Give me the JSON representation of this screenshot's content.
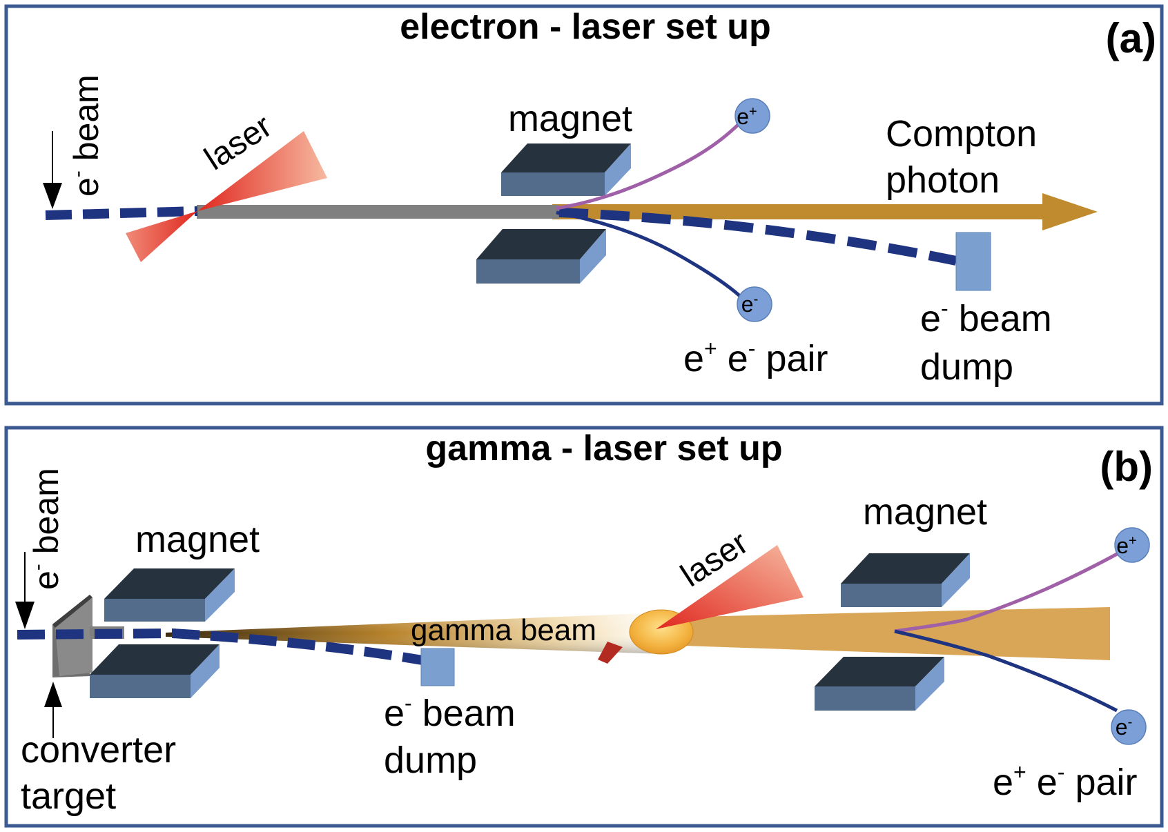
{
  "panel_a": {
    "title": "electron - laser set up",
    "tag": "(a)",
    "beam_label_main": "e",
    "beam_label_sup": "-",
    "beam_label_rest": " beam",
    "laser": "laser",
    "magnet": "magnet",
    "compton_line1": "Compton",
    "compton_line2": "photon",
    "positron_base": "e",
    "positron_sup": "+",
    "electron_base": "e",
    "electron_sup": "-",
    "pair_e1": "e",
    "pair_sup1": "+",
    "pair_e2": " e",
    "pair_sup2": "-",
    "pair_rest": " pair",
    "dump_e": "e",
    "dump_sup": "-",
    "dump_rest": " beam",
    "dump_line2": "dump"
  },
  "panel_b": {
    "title": "gamma - laser set up",
    "tag": "(b)",
    "beam_label_main": "e",
    "beam_label_sup": "-",
    "beam_label_rest": " beam",
    "magnet_left": "magnet",
    "magnet_right": "magnet",
    "laser": "laser",
    "gamma_beam": "gamma beam",
    "converter_line1": "converter",
    "converter_line2": "target",
    "dump_e": "e",
    "dump_sup": "-",
    "dump_rest": " beam",
    "dump_line2": "dump",
    "positron_base": "e",
    "positron_sup": "+",
    "electron_base": "e",
    "electron_sup": "-",
    "pair_e1": "e",
    "pair_sup1": "+",
    "pair_e2": " e",
    "pair_sup2": "-",
    "pair_rest": " pair"
  },
  "colors": {
    "frame": "#3b5a92",
    "electron_beam": "#1f3480",
    "magnet_top": "#27323f",
    "magnet_front": "#546c8c",
    "magnet_side": "#7a9ccc",
    "dump": "#7b9fcf",
    "compton_photon": "#c08a2e",
    "gamma_cone": "#d9a557",
    "positron_track": "#a060a8",
    "electron_track": "#1f3480",
    "particle_fill": "#7b9fd6",
    "laser": "#e5483b"
  }
}
